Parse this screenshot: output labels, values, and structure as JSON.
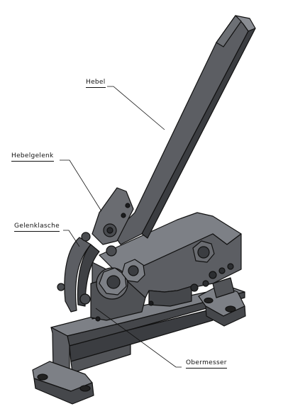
{
  "labels": {
    "hebel": "Hebel",
    "hebelgelenk": "Hebelgelenk",
    "gelenklasche": "Gelenklasche",
    "obermesser": "Obermesser"
  },
  "colors": {
    "body": "#5c5e63",
    "body_light": "#7d8086",
    "body_dark": "#3b3d41",
    "edge": "#111111",
    "background": "#ffffff"
  }
}
